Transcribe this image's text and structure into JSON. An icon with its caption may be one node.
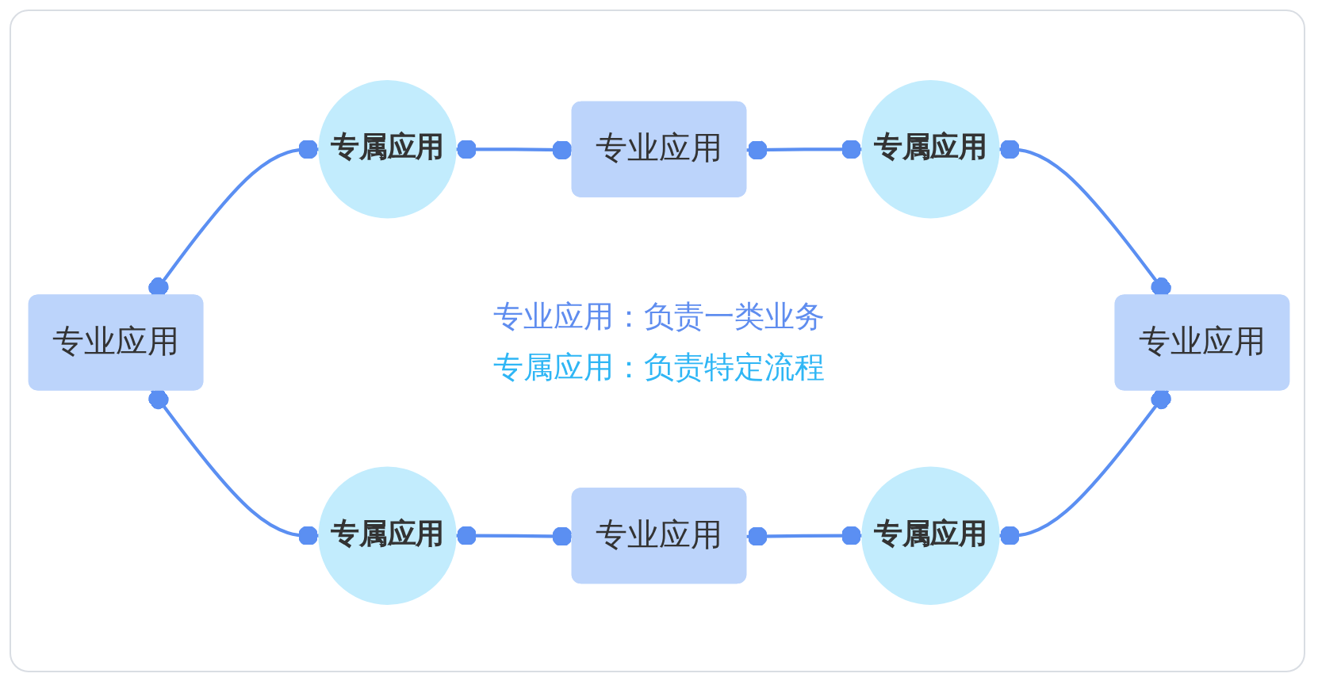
{
  "diagram": {
    "nodes": [
      {
        "text": [
          "专业应用"
        ]
      },
      {
        "text": [
          "专属应用"
        ]
      },
      {
        "text": [
          "专属应用"
        ]
      },
      {
        "text": [
          "专业应用"
        ]
      },
      {
        "text": [
          "专业应用"
        ]
      },
      {
        "text": [
          "专属应用"
        ]
      },
      {
        "text": [
          "专属应用"
        ]
      },
      {
        "text": [
          "专业应用"
        ]
      }
    ],
    "edges": [
      {
        "from": 3,
        "to": 1,
        "arrow": "other"
      },
      {
        "from": 1,
        "to": 0,
        "arrow": "other"
      },
      {
        "from": 0,
        "to": 2,
        "arrow": "other"
      },
      {
        "from": 2,
        "to": 4,
        "arrow": "other"
      },
      {
        "from": 3,
        "to": 5,
        "arrow": "other"
      },
      {
        "from": 5,
        "to": 7,
        "arrow": "other"
      },
      {
        "from": 7,
        "to": 6,
        "arrow": "other"
      },
      {
        "from": 6,
        "to": 4,
        "arrow": "other"
      }
    ],
    "labels": [
      "专业应用：负责一类业务",
      "专属应用：负责特定流程"
    ]
  }
}
